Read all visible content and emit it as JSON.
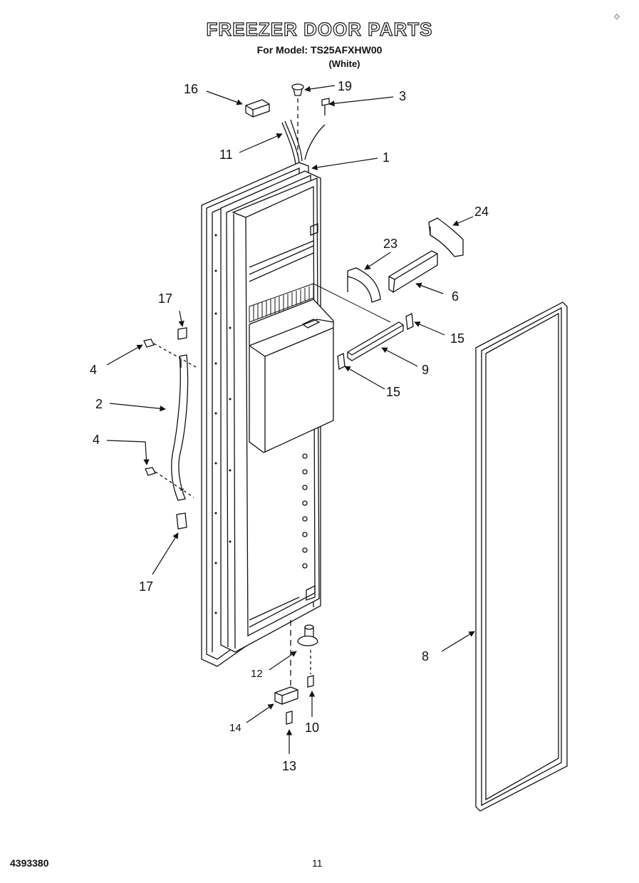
{
  "header": {
    "title": "FREEZER DOOR PARTS",
    "model_line": "For Model: TS25AFXHW00",
    "color_line": "(White)"
  },
  "callouts": {
    "c1": "1",
    "c2": "2",
    "c3": "3",
    "c4a": "4",
    "c4b": "4",
    "c6": "6",
    "c8": "8",
    "c9": "9",
    "c10": "10",
    "c11": "11",
    "c12": "12",
    "c13": "13",
    "c14": "14",
    "c15a": "15",
    "c15b": "15",
    "c16": "16",
    "c17a": "17",
    "c17b": "17",
    "c19": "19",
    "c23": "23",
    "c24": "24"
  },
  "footer": {
    "doc_number": "4393380",
    "page_number": "11"
  }
}
